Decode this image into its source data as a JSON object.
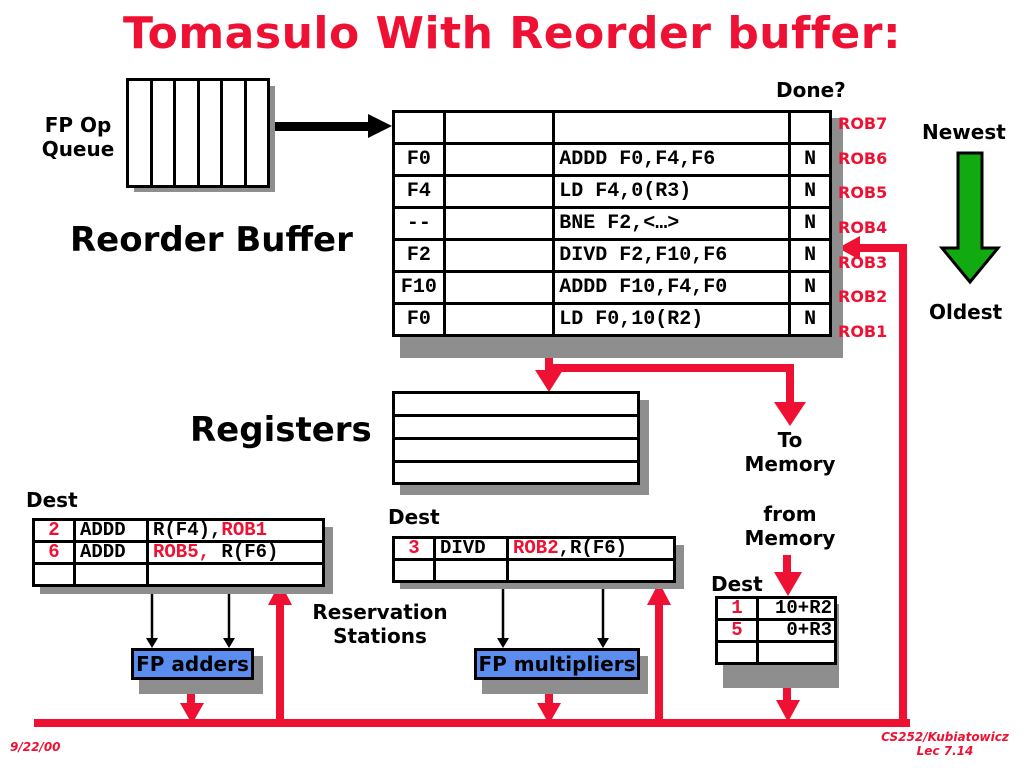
{
  "title": "Tomasulo With Reorder buffer:",
  "labels": {
    "fp_op_queue": [
      "FP Op",
      "Queue"
    ],
    "reorder_buffer": "Reorder Buffer",
    "registers": "Registers",
    "done": "Done?",
    "newest": "Newest",
    "oldest": "Oldest",
    "to_memory": [
      "To",
      "Memory"
    ],
    "from_memory": [
      "from",
      "Memory"
    ],
    "reservation_stations": [
      "Reservation",
      "Stations"
    ],
    "dest_adders": "Dest",
    "dest_mult": "Dest",
    "dest_load": "Dest"
  },
  "reorder_buffer": {
    "rows": [
      {
        "tag": "ROB7",
        "dest": "",
        "value": "",
        "instr": "",
        "done": ""
      },
      {
        "tag": "ROB6",
        "dest": "F0",
        "value": "",
        "instr": "ADDD F0,F4,F6",
        "done": "N"
      },
      {
        "tag": "ROB5",
        "dest": "F4",
        "value": "",
        "instr": "LD F4,0(R3)",
        "done": "N"
      },
      {
        "tag": "ROB4",
        "dest": "--",
        "value": "",
        "instr": "BNE F2,<…>",
        "done": "N"
      },
      {
        "tag": "ROB3",
        "dest": "F2",
        "value": "",
        "instr": "DIVD F2,F10,F6",
        "done": "N"
      },
      {
        "tag": "ROB2",
        "dest": "F10",
        "value": "",
        "instr": "ADDD F10,F4,F0",
        "done": "N"
      },
      {
        "tag": "ROB1",
        "dest": "F0",
        "value": "",
        "instr": "LD F0,10(R2)",
        "done": "N"
      }
    ]
  },
  "adder_rs": {
    "rows": [
      {
        "dest": "2",
        "op": "ADDD",
        "src1": "R(F4),",
        "src1_rob": false,
        "src2": "ROB1",
        "src2_rob": true
      },
      {
        "dest": "6",
        "op": "ADDD",
        "src1": "ROB5,",
        "src1_rob": true,
        "src2": " R(F6)",
        "src2_rob": false
      },
      {
        "dest": "",
        "op": "",
        "src1": "",
        "src1_rob": false,
        "src2": "",
        "src2_rob": false
      }
    ]
  },
  "mult_rs": {
    "rows": [
      {
        "dest": "3",
        "op": "DIVD",
        "src1": "ROB2",
        "src1_rob": true,
        "src2": ",R(F6)",
        "src2_rob": false
      },
      {
        "dest": "",
        "op": "",
        "src1": "",
        "src1_rob": false,
        "src2": "",
        "src2_rob": false
      }
    ]
  },
  "load_buffer": {
    "rows": [
      {
        "dest": "1",
        "addr": "10+R2"
      },
      {
        "dest": "5",
        "addr": "0+R3"
      },
      {
        "dest": "",
        "addr": ""
      }
    ]
  },
  "units": {
    "fp_adders": "FP adders",
    "fp_multipliers": "FP multipliers"
  },
  "footer": {
    "date": "9/22/00",
    "course": "CS252/Kubiatowicz",
    "lecture": "Lec 7.14"
  },
  "colors": {
    "accent_red": "#ee1133",
    "unit_blue": "#5b8cf0",
    "arrow_green": "#11aa11",
    "shadow_gray": "#8e8e8e"
  }
}
